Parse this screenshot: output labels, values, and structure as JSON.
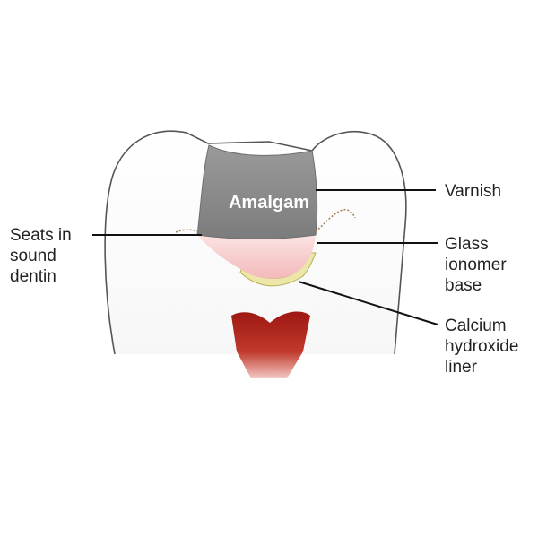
{
  "diagram": {
    "material_label": "Amalgam",
    "labels": {
      "varnish": "Varnish",
      "glass_ionomer": [
        "Glass",
        "ionomer",
        "base"
      ],
      "calcium_hydroxide": [
        "Calcium",
        "hydroxide",
        "liner"
      ],
      "seats": [
        "Seats in",
        "sound",
        "dentin"
      ]
    },
    "colors": {
      "amalgam": "#8e8e8e",
      "glass_ionomer_base": "#f6c9c9",
      "calcium_hydroxide_liner": "#ece7a6",
      "pulp": "#b3211a",
      "tooth_outline": "#555555"
    }
  }
}
